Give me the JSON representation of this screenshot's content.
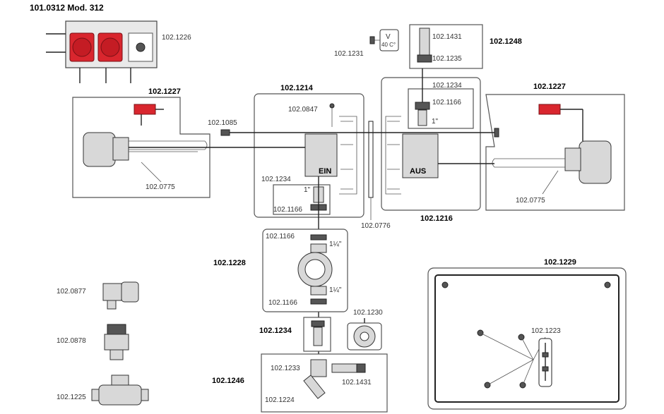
{
  "colors": {
    "accent_red": "#d9262e",
    "line": "#222222",
    "panel": "#e9e9e9"
  },
  "labels": {
    "title": "101.0312 Mod. 312",
    "switch_box": "102.1226",
    "heater_left_group": "102.1227",
    "heater_left_element": "102.0775",
    "heater_right_group": "102.1227",
    "heater_right_element": "102.0775",
    "bolt": "102.1085",
    "tank_left": "102.1214",
    "tank_right": "102.1216",
    "probe": "102.0847",
    "gasket": "102.0776",
    "fitting_left": "102.1234",
    "nut_left": "102.1166",
    "inch_left": "1\"",
    "ein": "EIN",
    "aus": "AUS",
    "thermostat": "102.1231",
    "thermostat_v": "V",
    "thermostat_temp": "40 C°",
    "valve_group": "102.1248",
    "valve_top": "102.1431",
    "valve_bottom": "102.1235",
    "fitting_right": "102.1234",
    "nut_right": "102.1166",
    "inch_right": "1\"",
    "pump_group": "102.1228",
    "pump_nut_top": "102.1166",
    "pump_nut_bottom": "102.1166",
    "pump_inch_top": "1¼\"",
    "pump_inch_bottom": "1¼\"",
    "fitting_mid": "102.1234",
    "gauge": "102.1230",
    "drain_group": "102.1246",
    "drain_a": "102.1233",
    "drain_b": "102.1431",
    "drain_c": "102.1224",
    "part_a": "102.0877",
    "part_b": "102.0878",
    "part_c": "102.1225",
    "plate_group": "102.1229",
    "plate_part": "102.1223"
  }
}
